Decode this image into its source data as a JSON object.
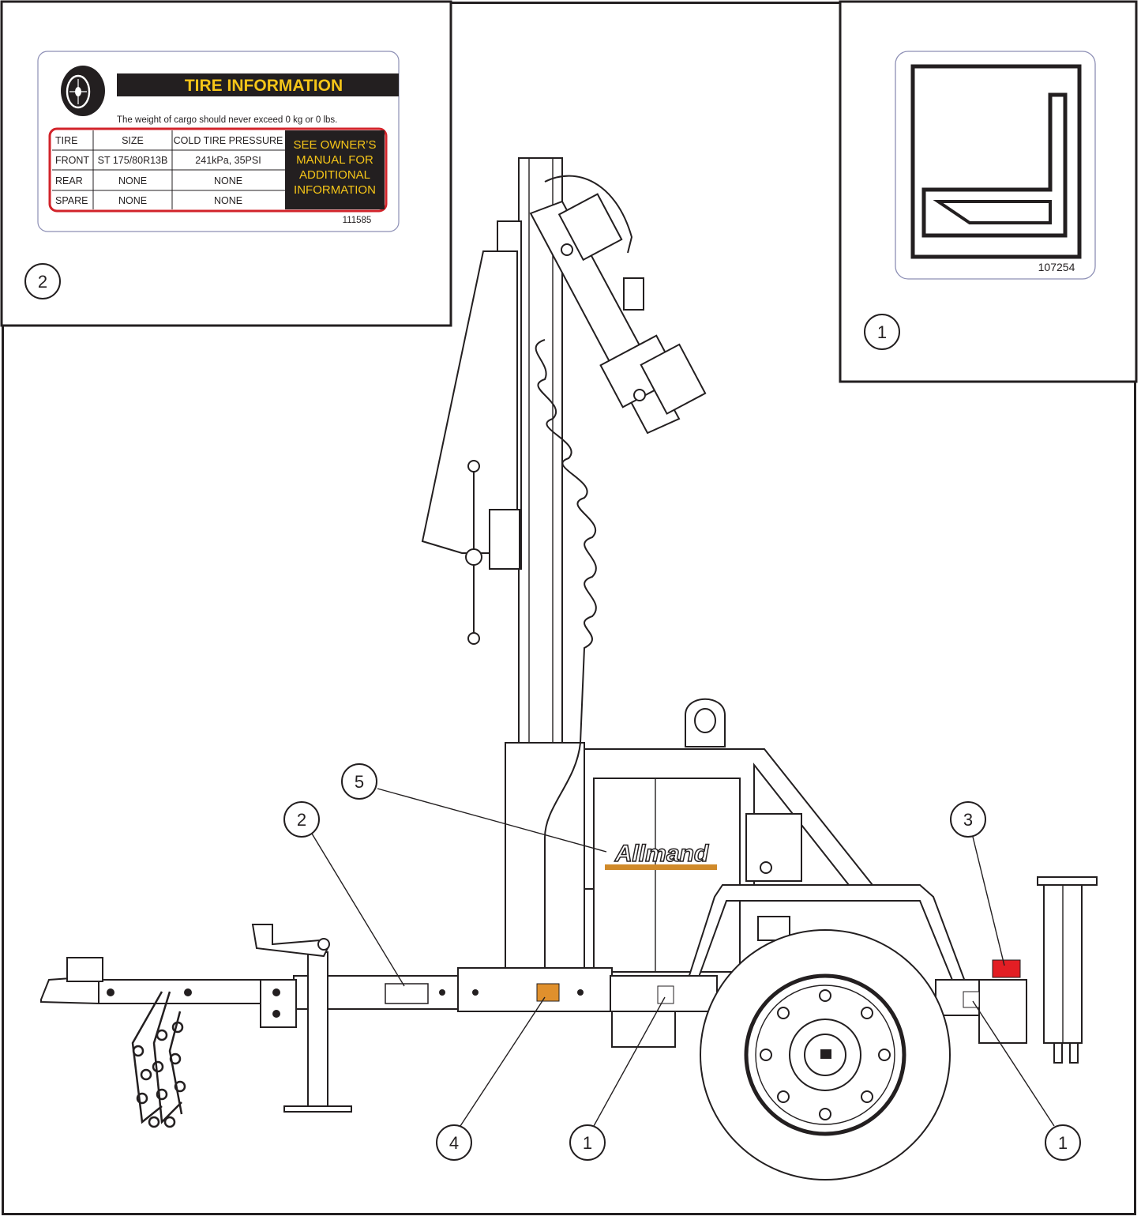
{
  "tire_decal": {
    "title": "TIRE INFORMATION",
    "cargo_note": "The weight of cargo should never exceed 0 kg or 0 lbs.",
    "headers": [
      "TIRE",
      "SIZE",
      "COLD TIRE PRESSURE"
    ],
    "rows": [
      [
        "FRONT",
        "ST 175/80R13B",
        "241kPa, 35PSI"
      ],
      [
        "REAR",
        "NONE",
        "NONE"
      ],
      [
        "SPARE",
        "NONE",
        "NONE"
      ]
    ],
    "owners_manual": [
      "SEE OWNER’S",
      "MANUAL FOR",
      "ADDITIONAL",
      "INFORMATION"
    ],
    "part_number": "111585",
    "callout": "2"
  },
  "reflector_decal": {
    "part_number": "107254",
    "callout": "1"
  },
  "brand_logo": "Allmand",
  "callouts": [
    "5",
    "2",
    "3",
    "4",
    "1",
    "1"
  ],
  "colors": {
    "line": "#231f20",
    "decal_title_yellow": "#f5c518",
    "table_border_red": "#d2232a",
    "reflector_red": "#e31e24",
    "reflector_amber": "#e0902d",
    "logo_bar": "#d08a2a"
  }
}
